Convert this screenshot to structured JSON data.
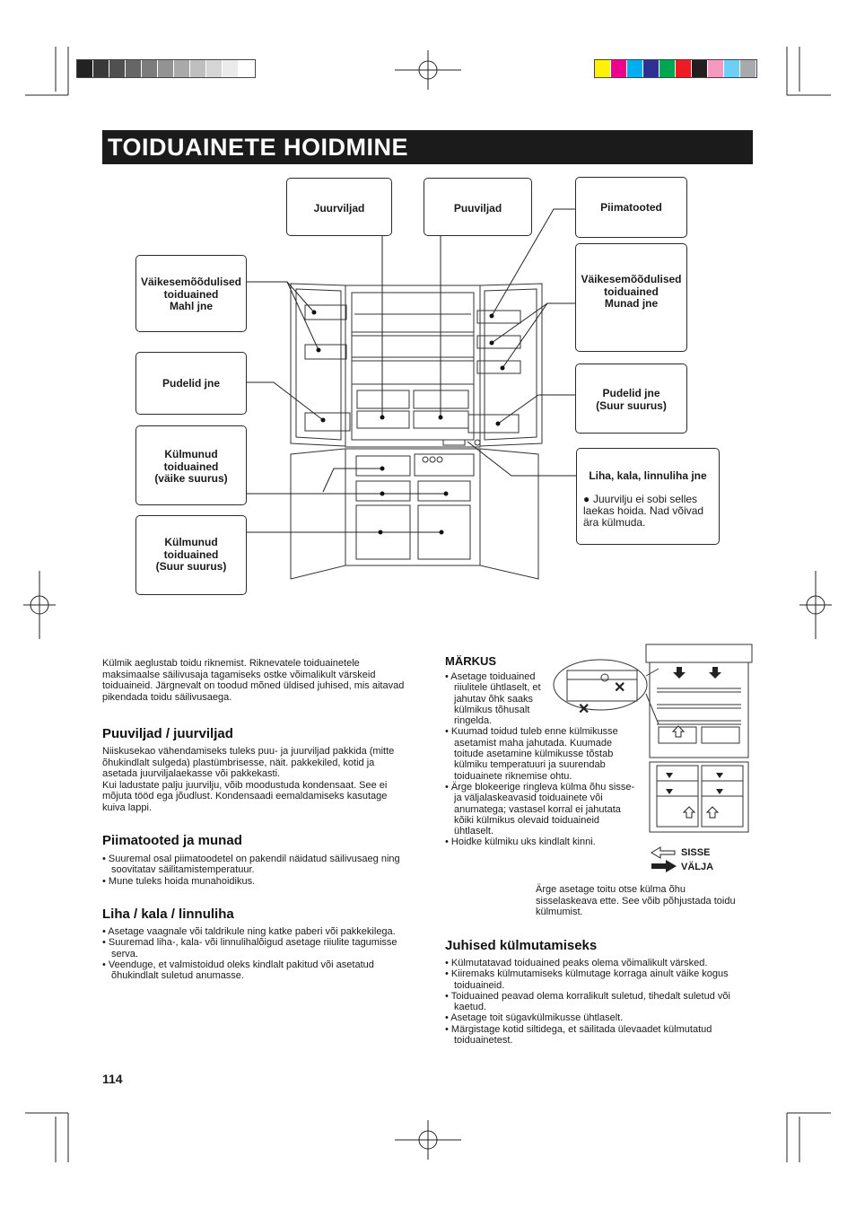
{
  "page": {
    "title": "TOIDUAINETE HOIDMINE",
    "page_number": "114",
    "gray_swatches": [
      "#222222",
      "#393939",
      "#505050",
      "#666666",
      "#7c7c7c",
      "#939393",
      "#a9a9a9",
      "#bfbfbf",
      "#d5d5d5",
      "#ebebeb",
      "#ffffff"
    ],
    "color_swatches": [
      "#fff200",
      "#ec008c",
      "#00aeef",
      "#2e3192",
      "#00a651",
      "#ed1c24",
      "#231f20",
      "#f49ac1",
      "#6dcff6",
      "#a7a9ac"
    ]
  },
  "diagram": {
    "labels": {
      "juurviljad": "Juurviljad",
      "puuviljad": "Puuviljad",
      "piimatooted": "Piimatooted",
      "small_left": [
        "Väikesemõõdulised",
        "toiduained",
        "Mahl jne"
      ],
      "small_right": [
        "Väikesemõõdulised",
        "toiduained",
        "Munad jne"
      ],
      "bottles_left": "Pudelid jne",
      "bottles_right": [
        "Pudelid jne",
        "(Suur suurus)"
      ],
      "frozen_small": [
        "Külmunud",
        "toiduained",
        "(väike suurus)"
      ],
      "frozen_large": [
        "Külmunud",
        "toiduained",
        "(Suur suurus)"
      ],
      "meat": "Liha, kala, linnuliha jne",
      "meat_note": "Juurvilju ei sobi selles laekas hoida. Nad võivad ära külmuda.",
      "meat_bullet": "●"
    }
  },
  "intro": "Külmik aeglustab toidu riknemist. Riknevatele toiduainetele maksimaalse säilivusaja tagamiseks ostke võimalikult värskeid toiduaineid. Järgnevalt on toodud mõned üldised juhised, mis aitavad pikendada toidu säilivusaega.",
  "sections": {
    "fruit": {
      "heading": "Puuviljad / juurviljad",
      "text": "Niiskusekao vähendamiseks tuleks puu- ja juurviljad pakkida (mitte õhukindlalt sulgeda) plastümbrisesse, näit. pakkekiled, kotid ja asetada juurviljalaekasse või pakkekasti.\nKui ladustate palju juurvilju, võib moodustuda kondensaat. See ei mõjuta tööd ega jõudlust. Kondensaadi eemaldamiseks kasutage kuiva lappi."
    },
    "dairy": {
      "heading": "Piimatooted ja munad",
      "items": [
        "• Suuremal osal piimatoodetel on pakendil näidatud säilivusaeg ning soovitatav säilitamistemperatuur.",
        "• Mune tuleks hoida munahoidikus."
      ]
    },
    "meat": {
      "heading": "Liha / kala / linnuliha",
      "items": [
        "• Asetage vaagnale või taldrikule ning katke paberi või pakkekilega.",
        "• Suuremad liha-, kala- või linnulihalõigud asetage riiulite tagumisse serva.",
        "• Veenduge, et valmistoidud oleks kindlalt pakitud või asetatud õhukindlalt suletud anumasse."
      ]
    },
    "note": {
      "heading": "MÄRKUS",
      "items": [
        "• Asetage toiduained riiulitele ühtlaselt, et jahutav õhk saaks külmikus tõhusalt ringelda.",
        "• Kuumad toidud tuleb enne külmikusse asetamist maha jahutada. Kuumade toitude asetamine külmikusse tõstab külmiku temperatuuri ja suurendab toiduainete riknemise ohtu.",
        "• Ärge blokeerige ringleva külma õhu sisse- ja väljalaskeavasid toiduainete või anumatega; vastasel korral ei jahutata kõiki külmikus olevaid toiduaineid ühtlaselt.",
        "• Hoidke külmiku uks kindlalt kinni."
      ],
      "legend_in": "SISSE",
      "legend_out": "VÄLJA",
      "caption": "Ärge asetage toitu otse külma õhu sisselaskeava ette. See võib põhjustada toidu külmumist."
    },
    "freezing": {
      "heading": "Juhised külmutamiseks",
      "items": [
        "• Külmutatavad toiduained peaks olema võimalikult värsked.",
        "• Kiiremaks külmutamiseks külmutage korraga ainult väike kogus toiduaineid.",
        "• Toiduained peavad olema korralikult suletud, tihedalt suletud või kaetud.",
        "• Asetage toit sügavkülmikusse ühtlaselt.",
        "• Märgistage kotid siltidega, et säilitada ülevaadet külmutatud toiduainetest."
      ]
    }
  }
}
